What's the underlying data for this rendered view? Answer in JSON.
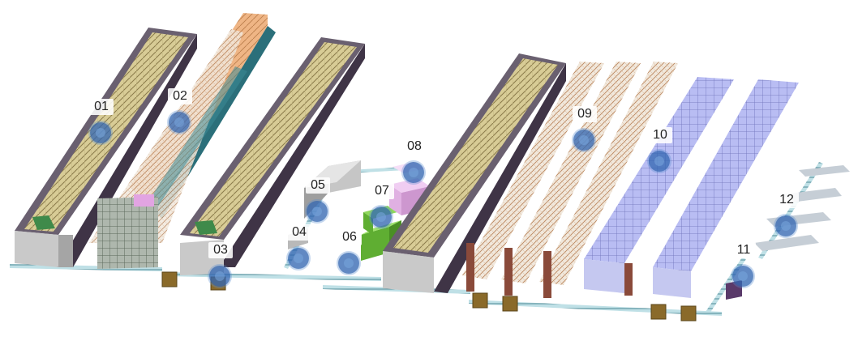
{
  "markers": [
    {
      "id": "01"
    },
    {
      "id": "02"
    },
    {
      "id": "03"
    },
    {
      "id": "04"
    },
    {
      "id": "05"
    },
    {
      "id": "06"
    },
    {
      "id": "07"
    },
    {
      "id": "08"
    },
    {
      "id": "09"
    },
    {
      "id": "10"
    },
    {
      "id": "11"
    },
    {
      "id": "12"
    }
  ],
  "colors": {
    "marker": "#3468b2",
    "wall_dark": "#3f3446",
    "rack_beige": "#d9cf9a",
    "rack_orange": "#e8a877",
    "rack_purple": "#a8aef0",
    "conveyor": "#8fc4d0",
    "box_olive": "#8a6a2a",
    "block_green": "#7cc843",
    "block_pink": "#e6b4e8"
  }
}
